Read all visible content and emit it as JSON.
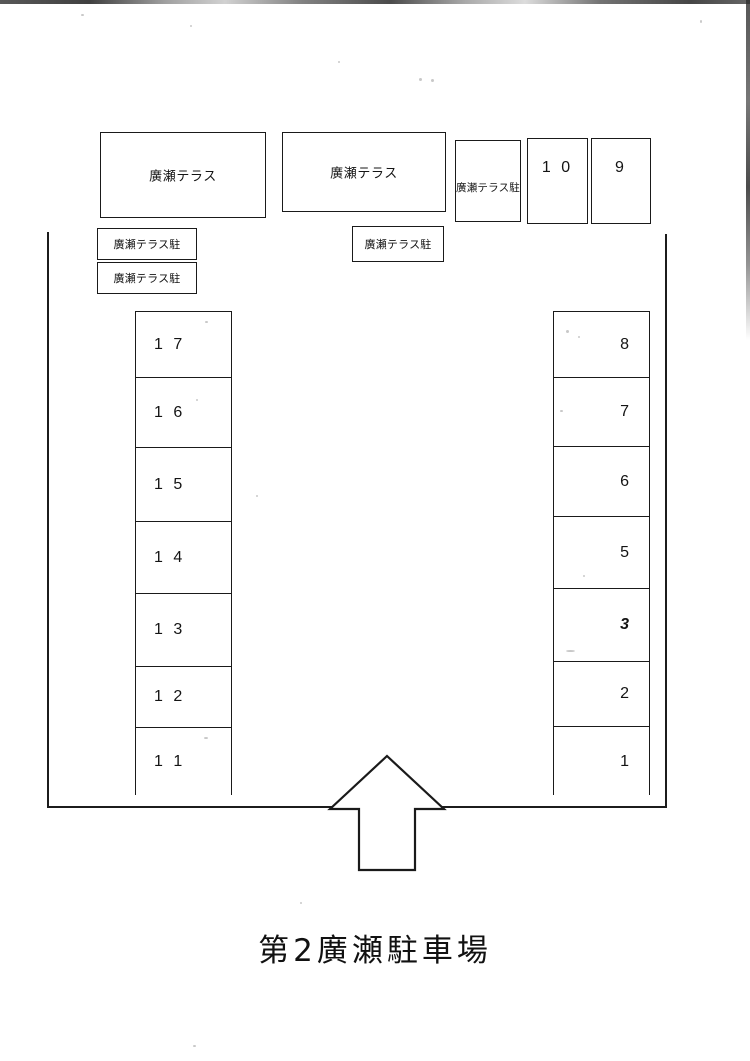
{
  "document": {
    "caption": "第2廣瀬駐車場",
    "paper_color": "#ffffff",
    "ink_color": "#1a1a1a"
  },
  "buildings": [
    {
      "name": "hirose-terrace-west",
      "label": "廣瀬テラス"
    },
    {
      "name": "hirose-terrace-east",
      "label": "廣瀬テラス"
    }
  ],
  "annexes": [
    {
      "name": "annex-left-upper",
      "label": "廣瀬テラス駐"
    },
    {
      "name": "annex-left-lower",
      "label": "廣瀬テラス駐"
    },
    {
      "name": "annex-center",
      "label": "廣瀬テラス駐"
    },
    {
      "name": "annex-right-tall",
      "label": "廣瀬テラス駐"
    }
  ],
  "top_stalls": [
    {
      "name": "stall-10",
      "label": "1 0"
    },
    {
      "name": "stall-9",
      "label": "9"
    }
  ],
  "left_column": {
    "name": "parking-column-left",
    "stalls": [
      {
        "label": "1 7"
      },
      {
        "label": "1 6"
      },
      {
        "label": "1 5"
      },
      {
        "label": "1 4"
      },
      {
        "label": "1 3"
      },
      {
        "label": "1 2"
      },
      {
        "label": "1 1"
      }
    ]
  },
  "right_column": {
    "name": "parking-column-right",
    "stalls": [
      {
        "label": "8",
        "style": "normal"
      },
      {
        "label": "7",
        "style": "normal"
      },
      {
        "label": "6",
        "style": "normal"
      },
      {
        "label": "5",
        "style": "normal"
      },
      {
        "label": "3",
        "style": "italic"
      },
      {
        "label": "2",
        "style": "normal"
      },
      {
        "label": "1",
        "style": "normal"
      }
    ]
  },
  "entrance": {
    "name": "entrance-arrow",
    "direction": "up",
    "label": ""
  }
}
